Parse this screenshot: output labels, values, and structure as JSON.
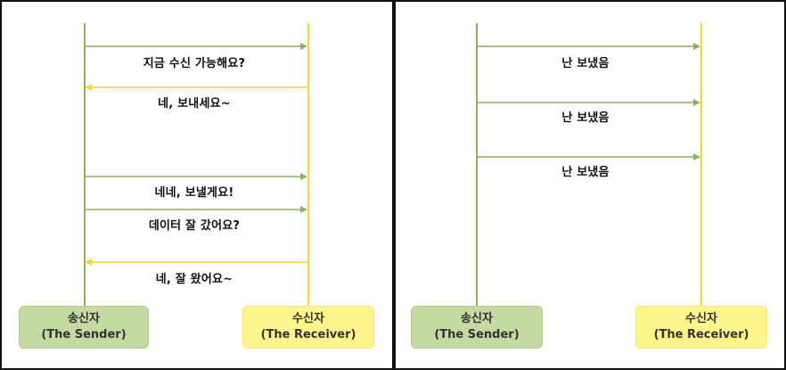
{
  "left_panel": {
    "messages": [
      {
        "text": "지금 수신 가능해요?",
        "direction": "to-receiver"
      },
      {
        "text": "네, 보내세요~",
        "direction": "to-sender"
      },
      {
        "text": "네네, 보낼게요!",
        "direction": "to-receiver"
      },
      {
        "text": "데이터 잘 갔어요?",
        "direction": "to-receiver"
      },
      {
        "text": "네, 잘 왔어요~",
        "direction": "to-sender"
      }
    ],
    "sender": {
      "name": "송신자",
      "sub": "(The Sender)"
    },
    "receiver": {
      "name": "수신자",
      "sub": "(The Receiver)"
    }
  },
  "right_panel": {
    "messages": [
      {
        "text": "난 보냈음",
        "direction": "to-receiver"
      },
      {
        "text": "난 보냈음",
        "direction": "to-receiver"
      },
      {
        "text": "난 보냈음",
        "direction": "to-receiver"
      }
    ],
    "sender": {
      "name": "송신자",
      "sub": "(The Sender)"
    },
    "receiver": {
      "name": "수신자",
      "sub": "(The Receiver)"
    }
  },
  "colors": {
    "sender_line": "#8fb05a",
    "receiver_line": "#f7d43a",
    "sender_box": "#c5d9a3",
    "receiver_box": "#fef68d"
  }
}
